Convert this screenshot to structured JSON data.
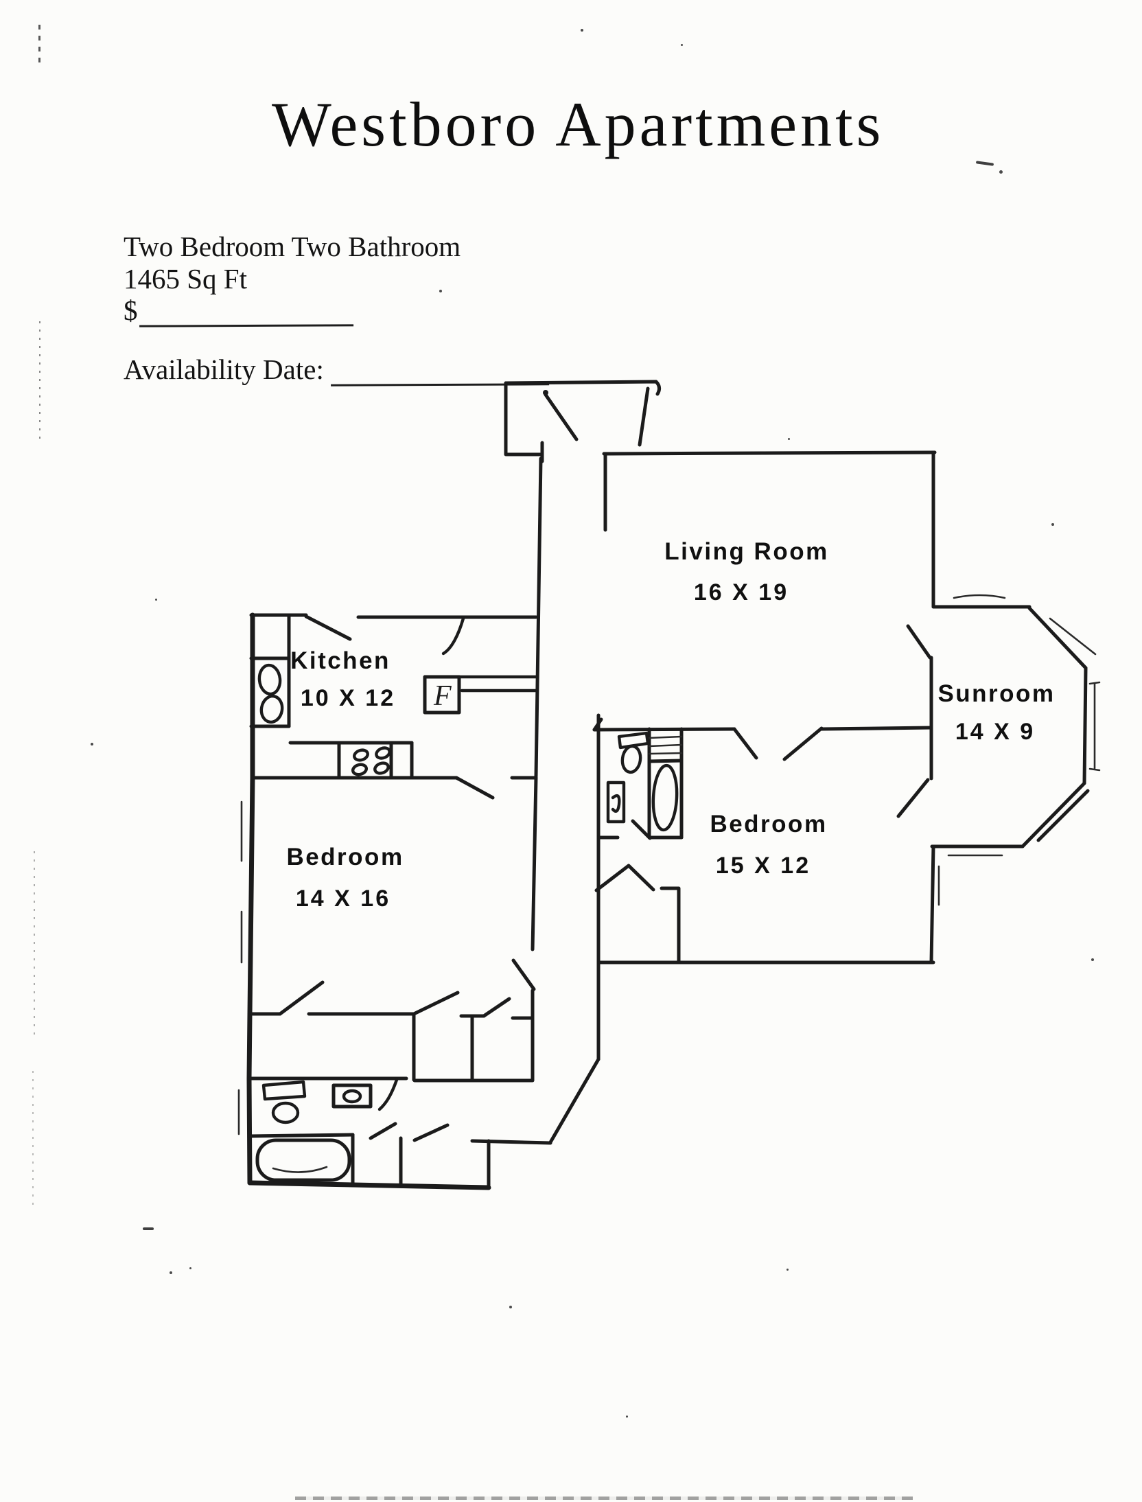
{
  "document": {
    "title": "Westboro Apartments",
    "unit_type": "Two Bedroom Two Bathroom",
    "square_feet": "1465 Sq Ft",
    "price_prefix": "$",
    "price_value": "",
    "availability_label": "Availability Date:",
    "availability_value": ""
  },
  "floorplan": {
    "rooms": {
      "living": {
        "name": "Living Room",
        "dims": "16 X 19"
      },
      "kitchen": {
        "name": "Kitchen",
        "dims": "10 X 12"
      },
      "sunroom": {
        "name": "Sunroom",
        "dims": "14 X 9"
      },
      "bedroom_right": {
        "name": "Bedroom",
        "dims": "15 X 12"
      },
      "bedroom_left": {
        "name": "Bedroom",
        "dims": "14 X 16"
      }
    },
    "fridge_label": "F"
  },
  "colors": {
    "ink": "#1b1b1b",
    "paper": "#fcfcfa"
  }
}
